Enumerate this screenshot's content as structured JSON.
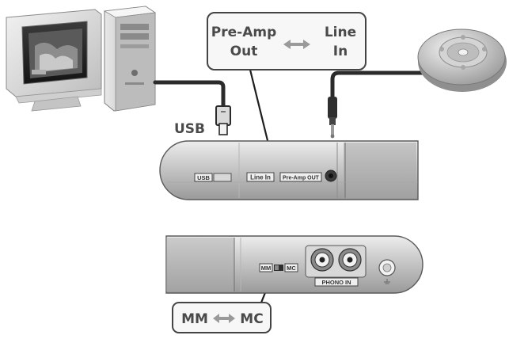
{
  "callouts": {
    "preamp_out": {
      "line1": "Pre-Amp",
      "line2": "Out"
    },
    "line_in": {
      "line1": "Line",
      "line2": "In"
    },
    "usb": "USB",
    "mm": "MM",
    "mc": "MC"
  },
  "front_panel": {
    "usb_label": "USB",
    "line_in_label": "Line In",
    "preamp_out_label": "Pre-Amp OUT"
  },
  "back_panel": {
    "mm_label": "MM",
    "mc_label": "MC",
    "phono_in_label": "PHONO IN"
  },
  "icons": [
    "computer-monitor-icon",
    "pc-tower-icon",
    "cd-player-icon",
    "usb-plug-icon",
    "audio-jack-plug-icon",
    "double-arrow-icon"
  ]
}
